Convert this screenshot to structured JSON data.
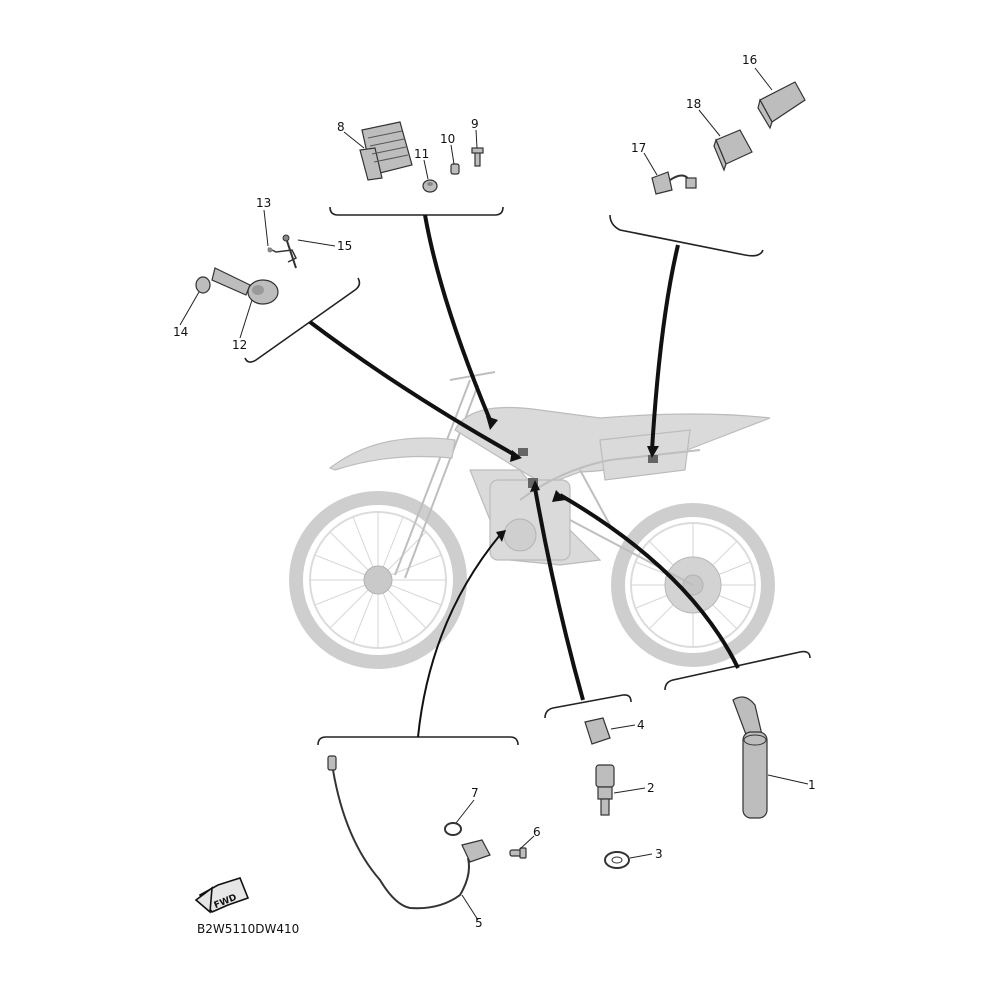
{
  "diagram": {
    "catalog_code": "B2W5110DW410",
    "fwd_label": "FWD",
    "callouts": {
      "c1": "1",
      "c2": "2",
      "c3": "3",
      "c4": "4",
      "c5": "5",
      "c6": "6",
      "c7": "7",
      "c8": "8",
      "c9": "9",
      "c10": "10",
      "c11": "11",
      "c12": "12",
      "c13": "13",
      "c14": "14",
      "c15": "15",
      "c16": "16",
      "c17": "17",
      "c18": "18"
    }
  }
}
